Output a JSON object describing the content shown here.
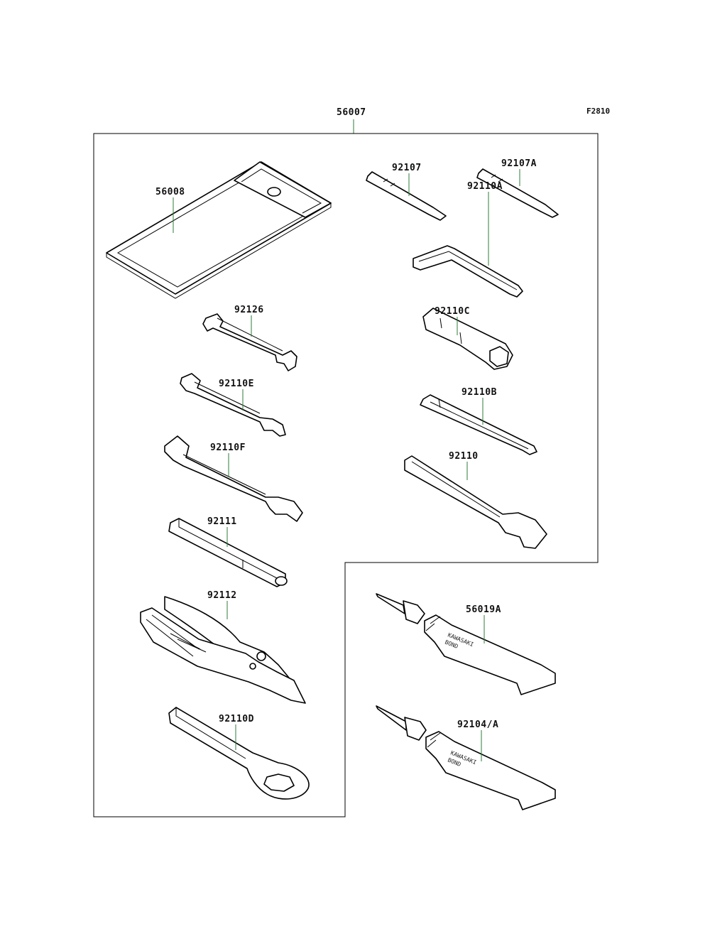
{
  "figure_code": "F2810",
  "assembly_part": "56007",
  "parts": {
    "p56008": "56008",
    "p92126": "92126",
    "p92110E": "92110E",
    "p92110F": "92110F",
    "p92111": "92111",
    "p92112": "92112",
    "p92110D": "92110D",
    "p92107": "92107",
    "p92107A": "92107A",
    "p92110A": "92110A",
    "p92110C": "92110C",
    "p92110B": "92110B",
    "p92110": "92110",
    "p56019A": "56019A",
    "p92104A": "92104/A"
  },
  "tube_print": {
    "brand": "KAWASAKI",
    "product": "BOND"
  },
  "colors": {
    "leader_line": "#2e7d3a",
    "outline": "#000000"
  }
}
